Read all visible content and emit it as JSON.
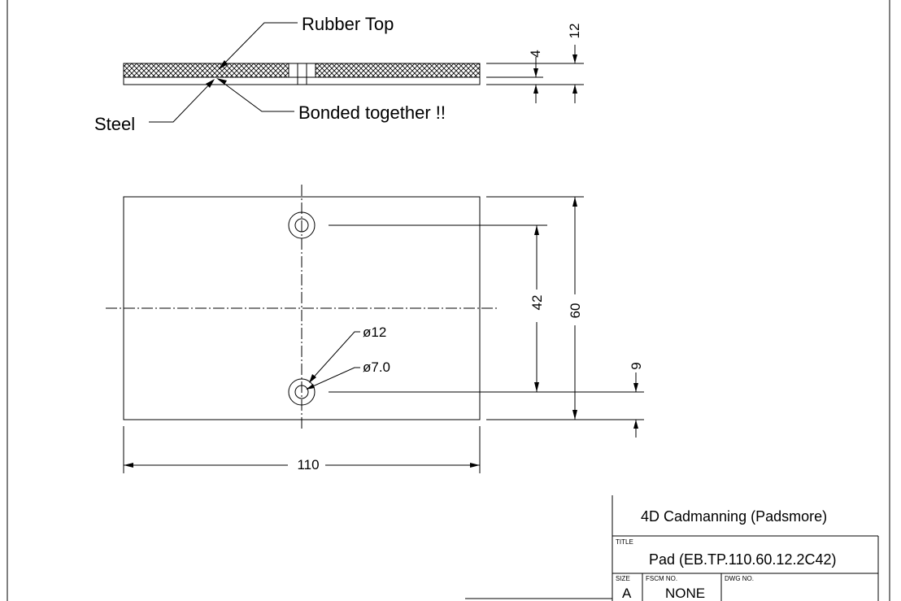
{
  "labels": {
    "rubber_top": "Rubber Top",
    "steel": "Steel",
    "bonded": "Bonded together !!"
  },
  "dimensions": {
    "total_thickness": "12",
    "steel_thickness": "4",
    "width": "110",
    "height": "60",
    "hole_spacing": "42",
    "hole_edge_offset": "9",
    "outer_diameter": "ø12",
    "inner_diameter": "ø7.0"
  },
  "title_block": {
    "company": "4D Cadmanning (Padsmore)",
    "title_label": "TITLE",
    "title": "Pad (EB.TP.110.60.12.2C42)",
    "size_label": "SIZE",
    "size": "A",
    "fscm_label": "FSCM NO.",
    "fscm": "NONE",
    "dwg_label": "DWG NO."
  }
}
